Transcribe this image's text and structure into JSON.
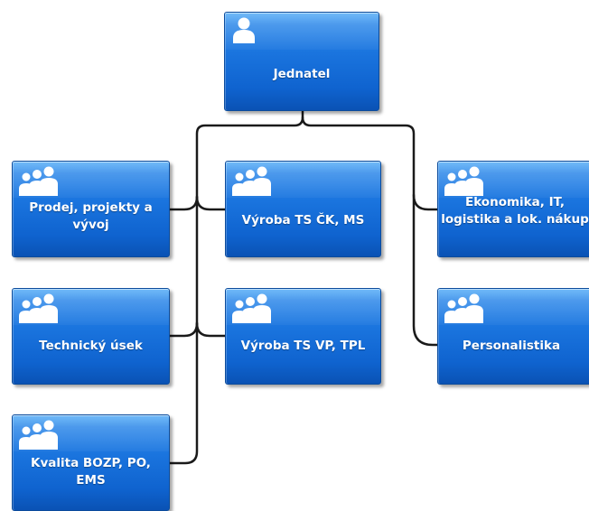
{
  "colors": {
    "box_fill": "#1a74de",
    "box_border": "#0c4c9c",
    "connector": "#1a1a1a",
    "text": "#ffffff"
  },
  "nodes": {
    "jednatel": {
      "label": "Jednatel",
      "icon": "person-icon"
    },
    "prodej": {
      "label": "Prodej, projekty a vývoj",
      "icon": "group-icon"
    },
    "vyroba_ts_ck": {
      "label": "Výroba TS ČK, MS",
      "icon": "group-icon"
    },
    "ekonomika": {
      "label": "Ekonomika, IT, logistika a lok. nákup",
      "icon": "group-icon"
    },
    "technicky": {
      "label": "Technický úsek",
      "icon": "group-icon"
    },
    "vyroba_ts_vp": {
      "label": "Výroba TS VP, TPL",
      "icon": "group-icon"
    },
    "personalistika": {
      "label": "Personalistika",
      "icon": "group-icon"
    },
    "kvalita": {
      "label": "Kvalita BOZP, PO, EMS",
      "icon": "group-icon"
    }
  }
}
